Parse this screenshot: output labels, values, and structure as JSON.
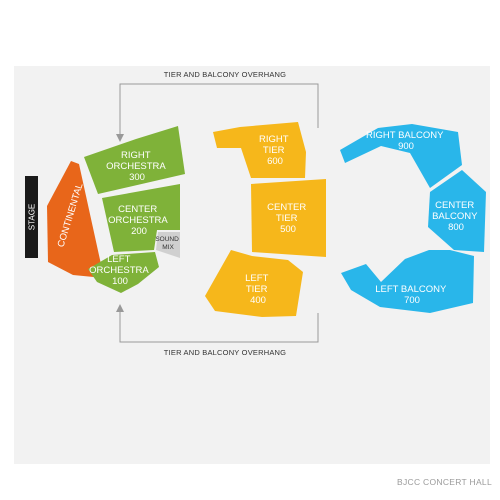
{
  "venue_name": "BJCC CONCERT HALL",
  "stage": {
    "label": "STAGE",
    "color": "#1a1a1a"
  },
  "overhang_note_top": "TIER AND BALCONY OVERHANG",
  "overhang_note_bottom": "TIER AND BALCONY OVERHANG",
  "colors": {
    "background": "#f2f2f2",
    "continental": "#e8661a",
    "orchestra": "#7fb239",
    "tier": "#f6b71b",
    "balcony": "#29b6ea",
    "sound_mix": "#d0d0d0",
    "arrow": "#999999"
  },
  "sections": {
    "continental": {
      "line1": "CONTINENTAL"
    },
    "right_orchestra": {
      "line1": "RIGHT",
      "line2": "ORCHESTRA",
      "line3": "300"
    },
    "center_orchestra": {
      "line1": "CENTER",
      "line2": "ORCHESTRA",
      "line3": "200"
    },
    "left_orchestra": {
      "line1": "LEFT",
      "line2": "ORCHESTRA",
      "line3": "100"
    },
    "sound_mix": {
      "line1": "SOUND",
      "line2": "MIX"
    },
    "right_tier": {
      "line1": "RIGHT",
      "line2": "TIER",
      "line3": "600"
    },
    "center_tier": {
      "line1": "CENTER",
      "line2": "TIER",
      "line3": "500"
    },
    "left_tier": {
      "line1": "LEFT",
      "line2": "TIER",
      "line3": "400"
    },
    "right_balcony": {
      "line1": "RIGHT BALCONY",
      "line2": "900"
    },
    "center_balcony": {
      "line1": "CENTER",
      "line2": "BALCONY",
      "line3": "800"
    },
    "left_balcony": {
      "line1": "LEFT BALCONY",
      "line2": "700"
    }
  }
}
